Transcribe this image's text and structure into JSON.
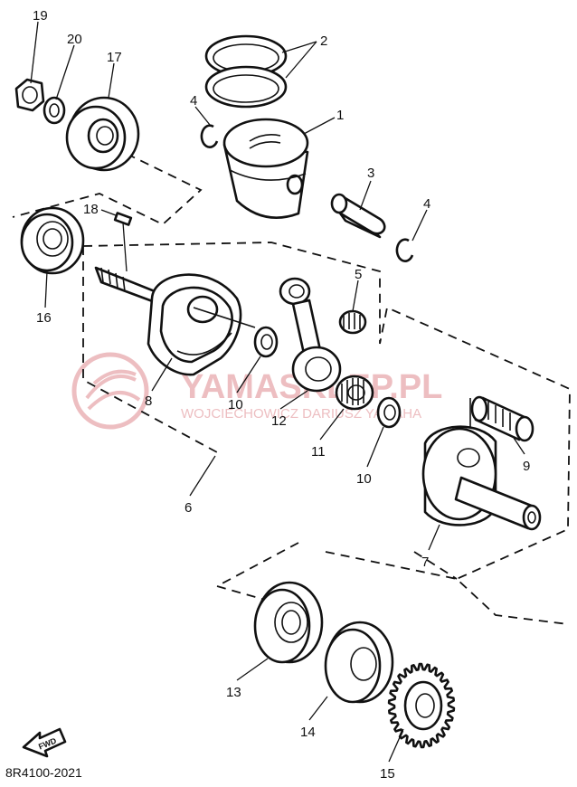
{
  "diagram": {
    "code": "8R4100-2021",
    "fwd_label": "FWD",
    "watermark": {
      "brand": "YAMASKLEP.PL",
      "subtitle": "WOJCIECHOWICZ DARIUSZ YAMAHA"
    },
    "callouts": [
      {
        "id": "19",
        "label": "19"
      },
      {
        "id": "20",
        "label": "20"
      },
      {
        "id": "17",
        "label": "17"
      },
      {
        "id": "2",
        "label": "2"
      },
      {
        "id": "4a",
        "label": "4"
      },
      {
        "id": "1",
        "label": "1"
      },
      {
        "id": "3",
        "label": "3"
      },
      {
        "id": "4b",
        "label": "4"
      },
      {
        "id": "18",
        "label": "18"
      },
      {
        "id": "16",
        "label": "16"
      },
      {
        "id": "5",
        "label": "5"
      },
      {
        "id": "8",
        "label": "8"
      },
      {
        "id": "10a",
        "label": "10"
      },
      {
        "id": "12",
        "label": "12"
      },
      {
        "id": "11",
        "label": "11"
      },
      {
        "id": "10b",
        "label": "10"
      },
      {
        "id": "9",
        "label": "9"
      },
      {
        "id": "6",
        "label": "6"
      },
      {
        "id": "7",
        "label": "7"
      },
      {
        "id": "13",
        "label": "13"
      },
      {
        "id": "14",
        "label": "14"
      },
      {
        "id": "15",
        "label": "15"
      }
    ]
  }
}
